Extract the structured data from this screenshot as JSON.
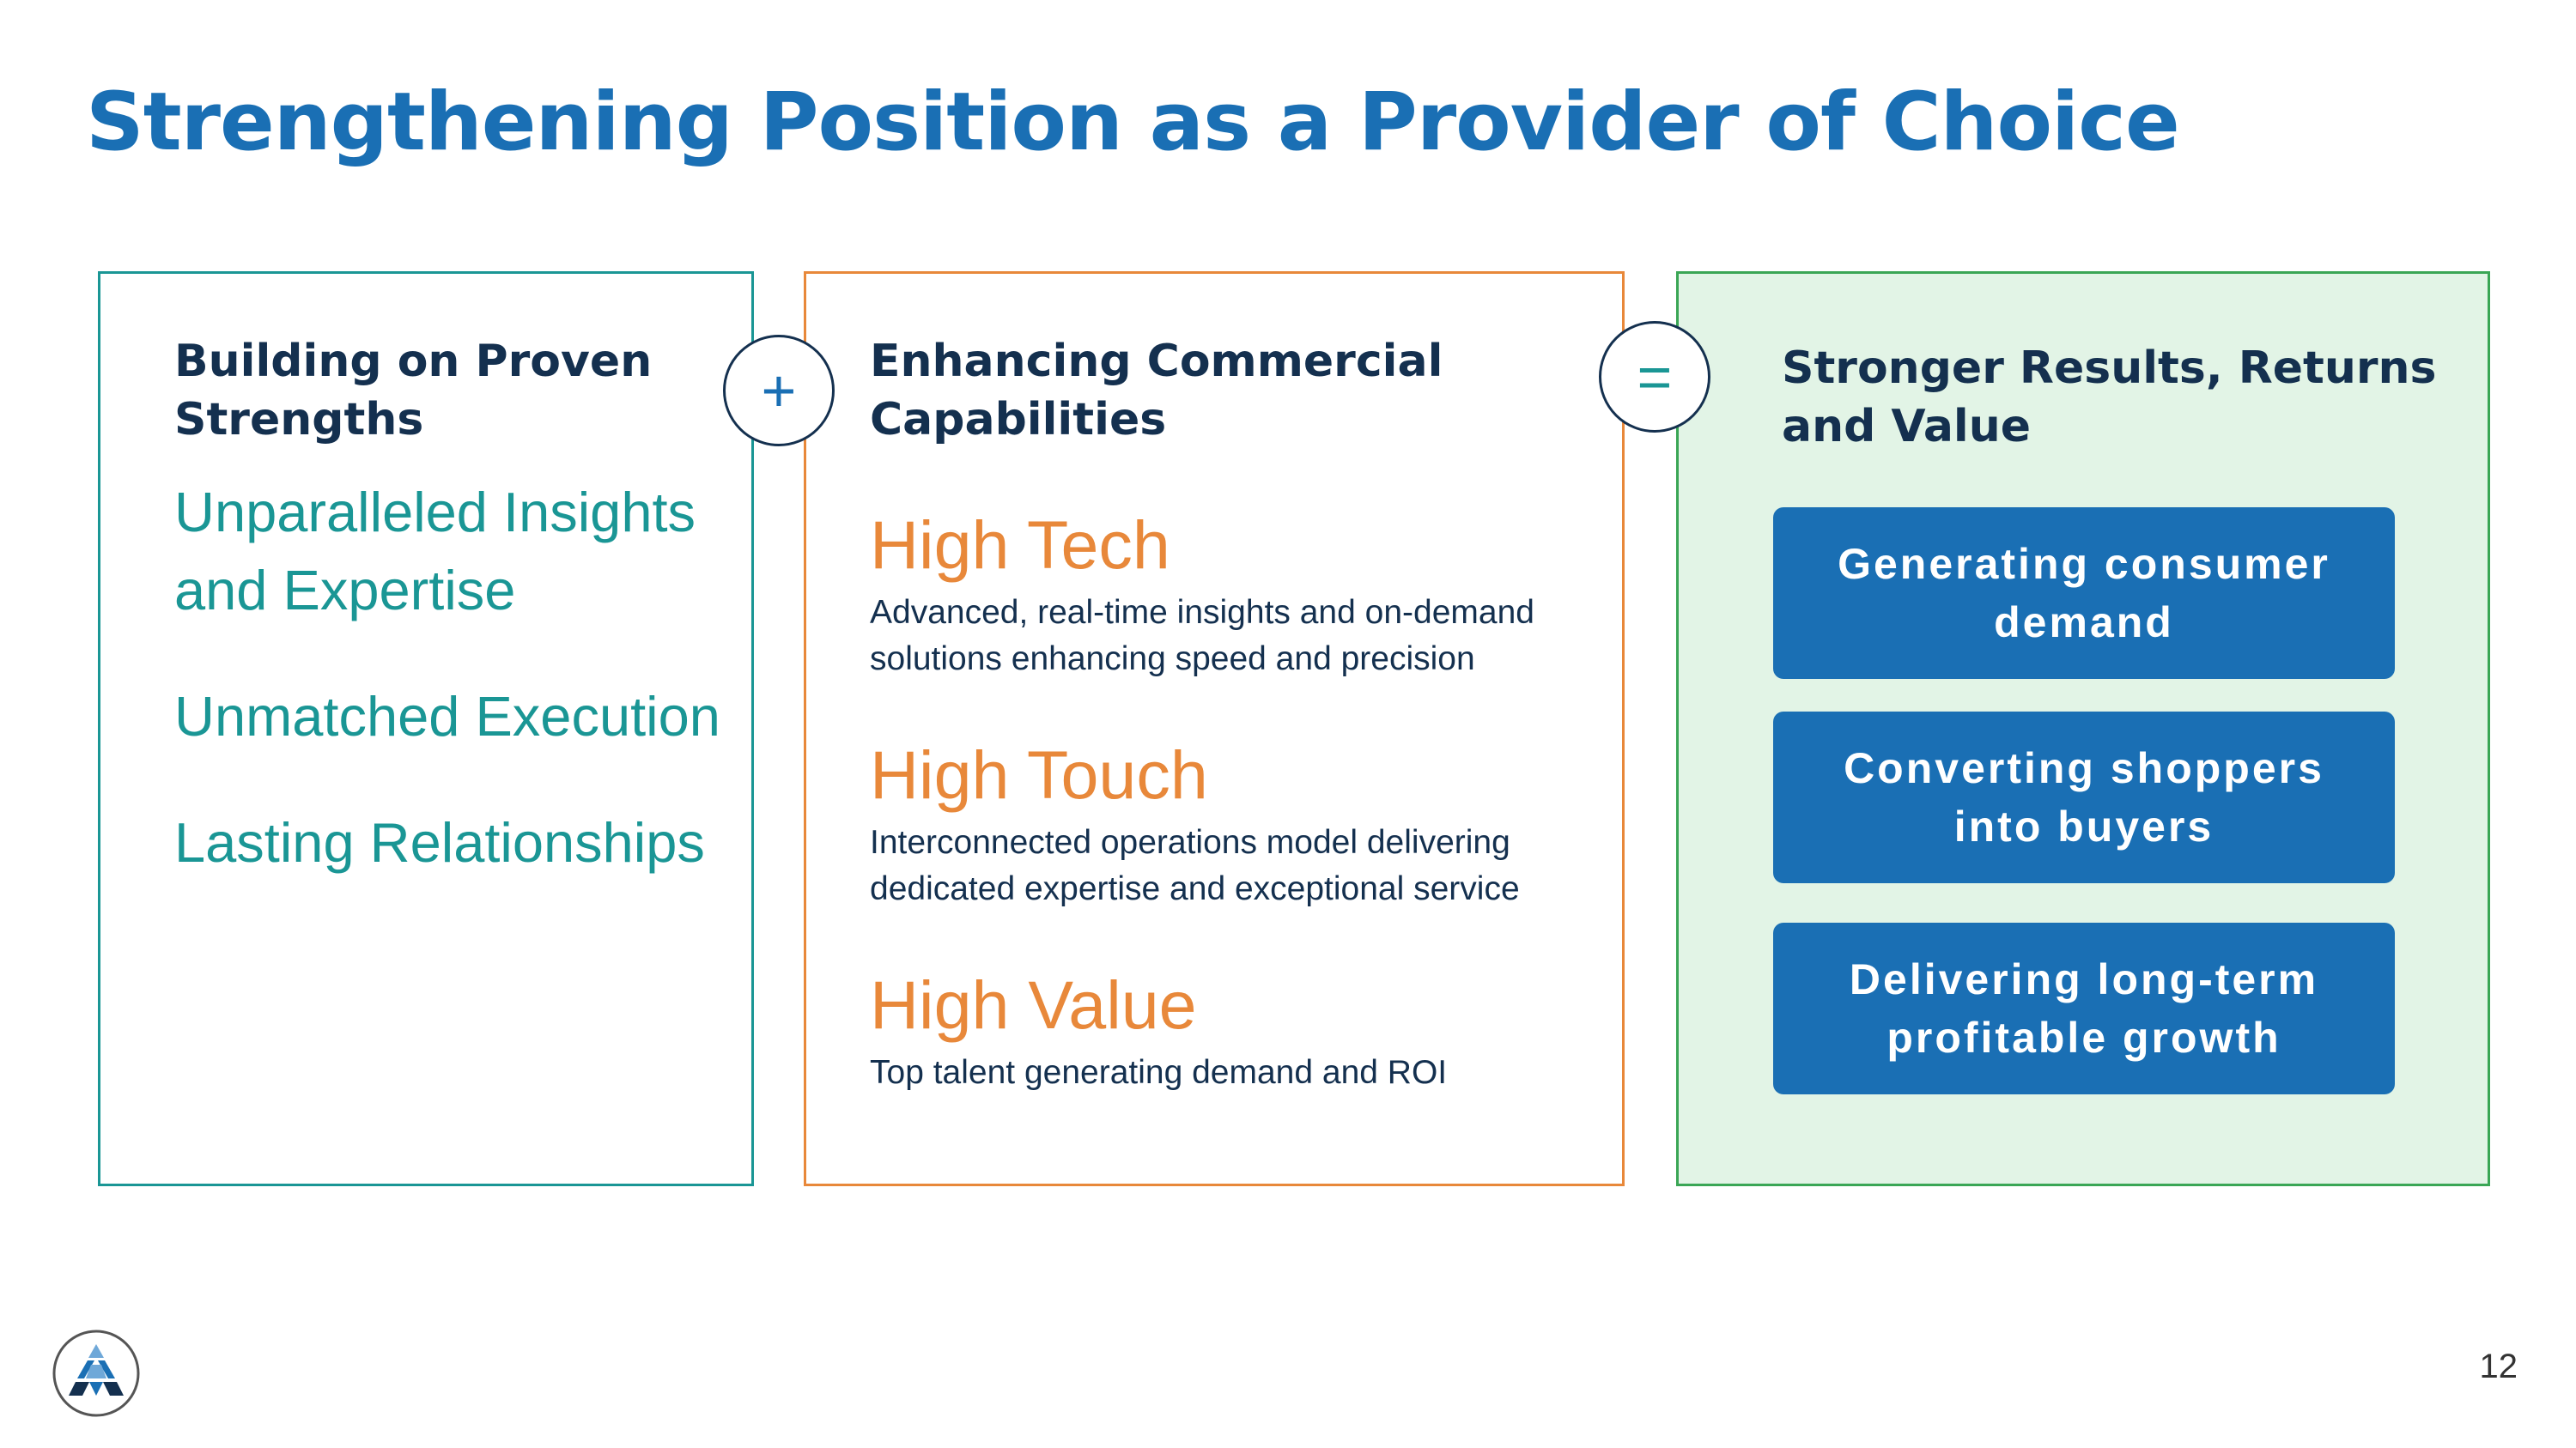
{
  "title": "Strengthening Position as a Provider of Choice",
  "panels": {
    "strengths": {
      "heading": "Building on Proven Strengths",
      "items": [
        "Unparalleled Insights and Expertise",
        "Unmatched Execution",
        "Lasting Relationships"
      ]
    },
    "capabilities": {
      "heading": "Enhancing Commercial Capabilities",
      "items": [
        {
          "title": "High Tech",
          "desc": "Advanced, real-time insights and on-demand solutions enhancing speed and precision"
        },
        {
          "title": "High Touch",
          "desc": "Interconnected operations model delivering dedicated expertise and exceptional service"
        },
        {
          "title": "High Value",
          "desc": "Top talent generating demand and ROI"
        }
      ]
    },
    "results": {
      "heading": "Stronger Results, Returns and Value",
      "items": [
        "Generating consumer demand",
        "Converting shoppers into buyers",
        "Delivering long-term profitable growth"
      ]
    }
  },
  "operators": {
    "plus": "+",
    "equals": "="
  },
  "page_number": "12",
  "colors": {
    "title_blue": "#1a6fb4",
    "teal": "#1a9695",
    "orange": "#e8883a",
    "green": "#3aa655",
    "navy": "#14304f",
    "mint_bg": "#e2f4e6"
  },
  "logo": {
    "icon": "triangle-mountain-logo-icon"
  }
}
